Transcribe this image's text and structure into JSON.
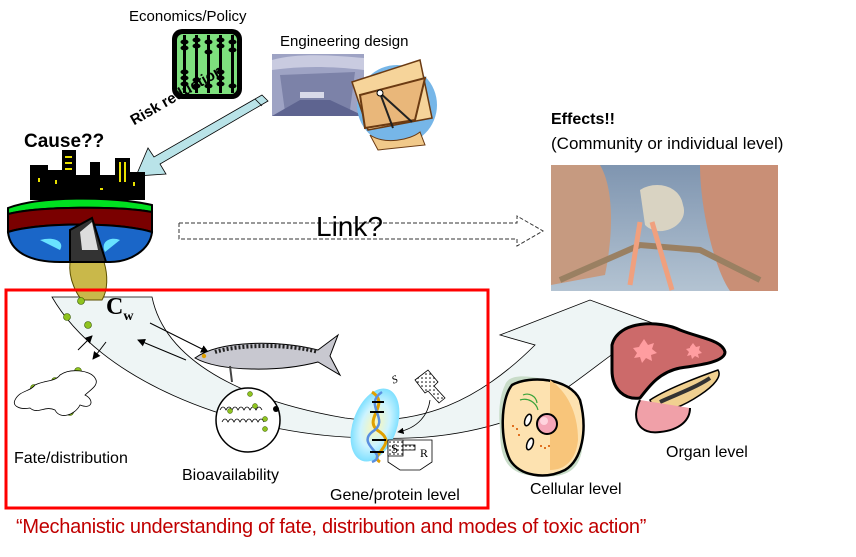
{
  "labels": {
    "economics_policy": "Economics/Policy",
    "engineering_design": "Engineering design",
    "risk_reduction": "Risk reduction",
    "cause": "Cause??",
    "link": "Link?",
    "effects_title": "Effects!!",
    "effects_subtitle": "(Community  or individual level)",
    "cw_main": "C",
    "cw_sub": "w",
    "fate_distribution": "Fate/distribution",
    "bioavailability": "Bioavailability",
    "gene_protein": "Gene/protein  level",
    "cellular": "Cellular  level",
    "organ": "Organ  level",
    "receptor_s1": "S",
    "receptor_s2": "S",
    "receptor_r": "R",
    "footer_quote": "“Mechanistic understanding of fate, distribution and modes of toxic action”"
  },
  "icons": {
    "abacus": "abacus-icon",
    "dam": "dam-icon",
    "drafting": "drafting-tools-icon",
    "city_pollution": "city-pollution-outfall-icon",
    "frog_photo": "deformed-frog-photo",
    "fish": "fish-icon",
    "dna": "dna-icon",
    "cell": "cell-icon",
    "liver": "liver-pancreas-icon"
  },
  "colors": {
    "highlight_box": "#ff0000",
    "quote_text": "#c00000",
    "risk_arrow_fill": "#b9e3e8",
    "band_fill": "#eef5f5",
    "particle": "#8fc31f"
  }
}
